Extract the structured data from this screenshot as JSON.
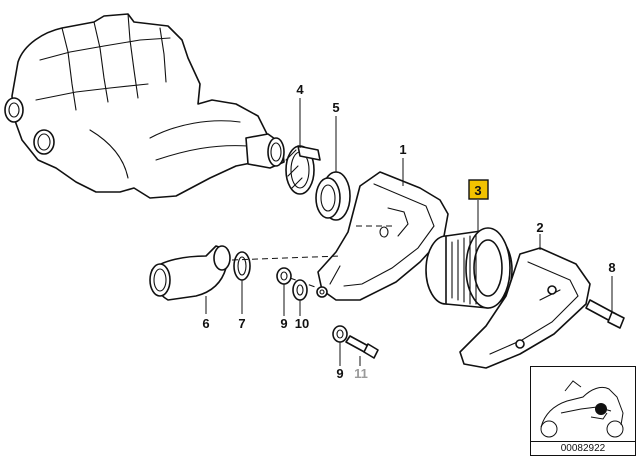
{
  "callouts": {
    "c1": "1",
    "c2": "2",
    "c3": "3",
    "c4": "4",
    "c5": "5",
    "c6": "6",
    "c7": "7",
    "c8": "8",
    "c9a": "9",
    "c9b": "9",
    "c10": "10",
    "c11": "11"
  },
  "highlight_callout": "3",
  "diagram_id": "00082922",
  "colors": {
    "highlight_fill": "#f2c200",
    "line": "#111111",
    "muted_callout": "#9a9a9a"
  }
}
